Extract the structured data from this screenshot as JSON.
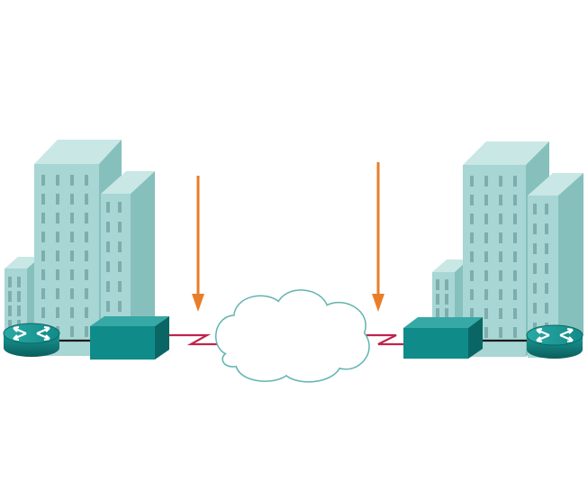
{
  "diagram": {
    "type": "network-topology",
    "nodes": [
      {
        "id": "left-site",
        "kind": "office-buildings",
        "side": "left"
      },
      {
        "id": "left-router",
        "kind": "router",
        "icon": "router-icon"
      },
      {
        "id": "left-csu-dsu",
        "kind": "csu-dsu",
        "icon": "csu-dsu-icon"
      },
      {
        "id": "wan-cloud",
        "kind": "wan-cloud",
        "icon": "cloud-icon"
      },
      {
        "id": "right-csu-dsu",
        "kind": "csu-dsu",
        "icon": "csu-dsu-icon"
      },
      {
        "id": "right-router",
        "kind": "router",
        "icon": "router-icon"
      },
      {
        "id": "right-site",
        "kind": "office-buildings",
        "side": "right"
      }
    ],
    "links": [
      {
        "from": "left-router",
        "to": "left-csu-dsu",
        "kind": "lan-cable"
      },
      {
        "from": "left-csu-dsu",
        "to": "wan-cloud",
        "kind": "serial-link"
      },
      {
        "from": "wan-cloud",
        "to": "right-csu-dsu",
        "kind": "serial-link"
      },
      {
        "from": "right-csu-dsu",
        "to": "right-router",
        "kind": "lan-cable"
      }
    ],
    "pointers": [
      {
        "id": "left-pointer",
        "target": "left-serial-link",
        "icon": "arrow-down-icon"
      },
      {
        "id": "right-pointer",
        "target": "right-serial-link",
        "icon": "arrow-down-icon"
      }
    ],
    "colors": {
      "building_front": "#a7d6d4",
      "building_side": "#86c0bd",
      "building_top": "#c8e7e5",
      "window": "#7eaeac",
      "device_teal": "#0f8c8a",
      "device_dark": "#0a6664",
      "device_light": "#36a8a5",
      "serial_link": "#c0244a",
      "cloud_stroke": "#5fb4b0",
      "arrow": "#e87e2a",
      "cable": "#1a1a1a"
    }
  }
}
